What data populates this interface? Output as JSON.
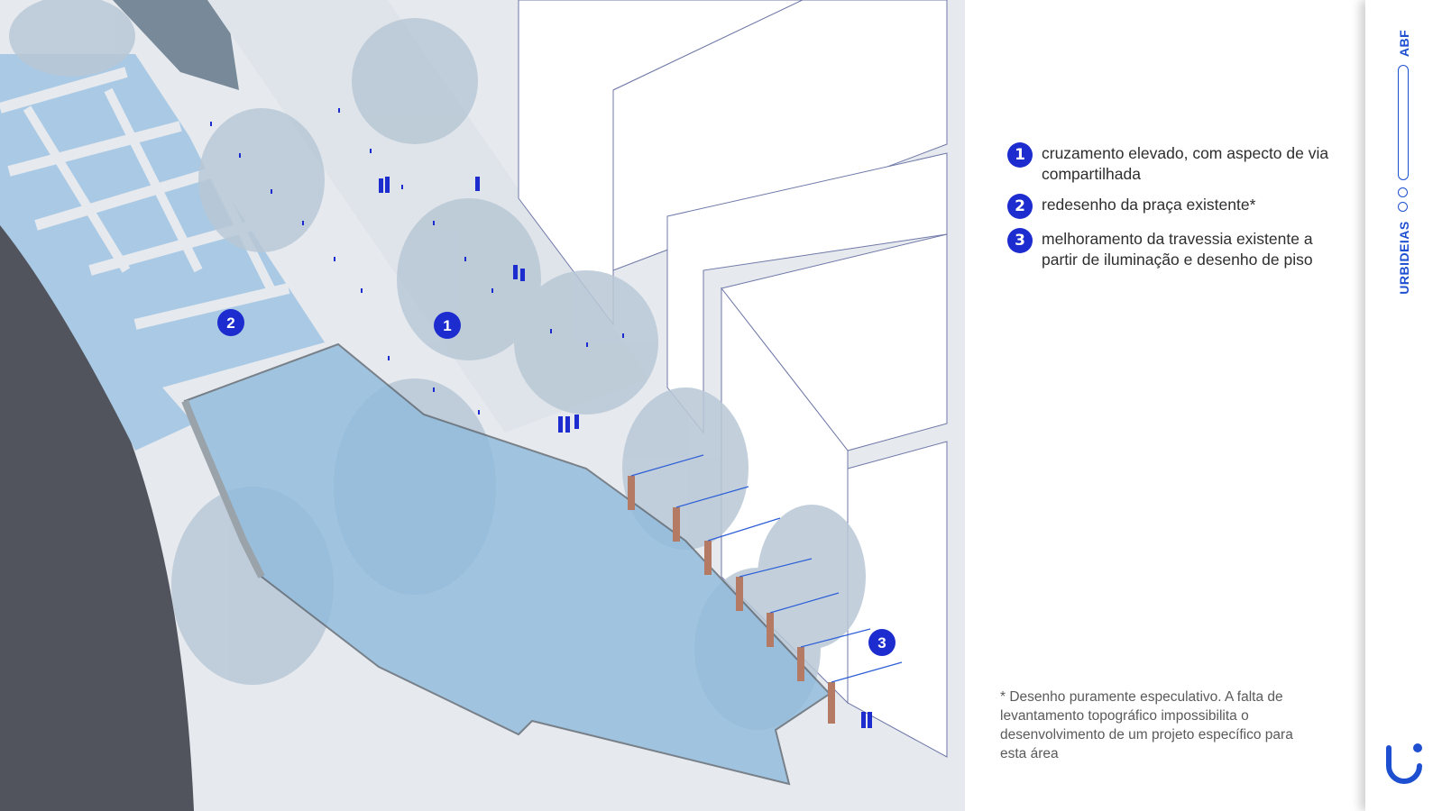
{
  "markers": [
    "1",
    "2",
    "3"
  ],
  "legend": [
    {
      "number": "1",
      "text": "cruzamento elevado, com aspecto de via compartilhada"
    },
    {
      "number": "2",
      "text": "redesenho da praça existente*"
    },
    {
      "number": "3",
      "text": "melhoramento da travessia existente a partir de iluminação e desenho de piso"
    }
  ],
  "footnote": "* Desenho puramente especulativo. A falta de levantamento topográfico impossibilita o desenvolvimento de um projeto específico para esta área",
  "side_panel": {
    "section": "ABF",
    "brand": "URBIDEIAS"
  },
  "icons": {
    "logo": "urbideias-logo-icon",
    "markers": "number-badge-icon"
  },
  "colors": {
    "accent": "#1d2ccf",
    "water": "#9cc3de",
    "road": "#51545d",
    "tree": "#b9c8d6"
  }
}
